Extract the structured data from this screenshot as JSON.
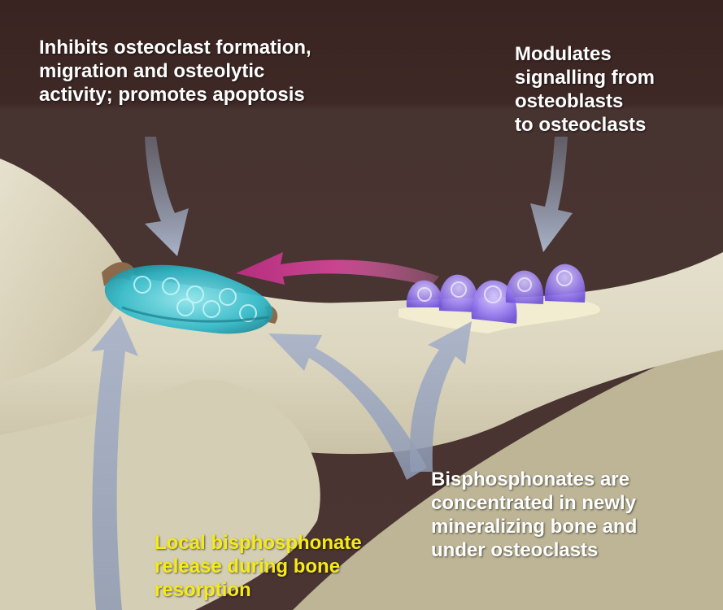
{
  "labels": {
    "top_left": "Inhibits osteoclast formation,\nmigration and osteolytic\nactivity; promotes apoptosis",
    "top_right": "Modulates\nsignalling from\nosteoblasts\nto osteoclasts",
    "bottom_right": "Bisphosphonates are\nconcentrated in newly\nmineralizing bone and\nunder osteoclasts",
    "bottom_left": "Local bisphosphonate\nrelease during bone\nresorption"
  },
  "colors": {
    "background_upper": "#3a2522",
    "background_lower": "#4a3431",
    "bone": "#ddd8c4",
    "bone_shadow": "#b7ae92",
    "osteoclast": "#39c6d3",
    "osteoblast": "#8a6ee6",
    "signal_arrow": "#c43a8b",
    "effect_arrow": "#a3aec4",
    "label_white": "#ffffff",
    "label_yellow": "#f6ea18"
  }
}
